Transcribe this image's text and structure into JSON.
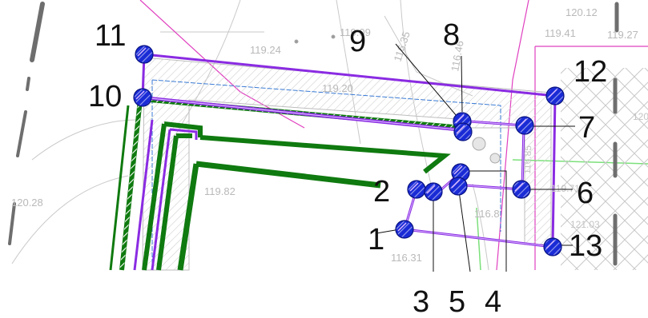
{
  "colors": {
    "boundary": "#8a2be2",
    "boundary_inner": "#d9b8ff",
    "green_structure": "#0f7a0f",
    "point_fill": "#1a2bd6",
    "hatch": "#cfcfcf",
    "magenta_line": "#e040c0",
    "blue_dashed": "#3a7bd5",
    "leader": "#111111"
  },
  "icons": {
    "point_marker": "blue-circle-marker"
  },
  "elevation_labels": [
    "120.12",
    "119.41",
    "119.27",
    "119.24",
    "119.09",
    "116.35",
    "116.46",
    "119.20",
    "119.82",
    "120.28",
    "116.31",
    "116.8",
    "116.85",
    "119.71",
    "121.03",
    "120"
  ],
  "points": [
    {
      "id": "1",
      "label": "1"
    },
    {
      "id": "2",
      "label": "2"
    },
    {
      "id": "3",
      "label": "3"
    },
    {
      "id": "4",
      "label": "4"
    },
    {
      "id": "5",
      "label": "5"
    },
    {
      "id": "6",
      "label": "6"
    },
    {
      "id": "7",
      "label": "7"
    },
    {
      "id": "8",
      "label": "8"
    },
    {
      "id": "9",
      "label": "9"
    },
    {
      "id": "10",
      "label": "10"
    },
    {
      "id": "11",
      "label": "11"
    },
    {
      "id": "12",
      "label": "12"
    },
    {
      "id": "13",
      "label": "13"
    }
  ]
}
